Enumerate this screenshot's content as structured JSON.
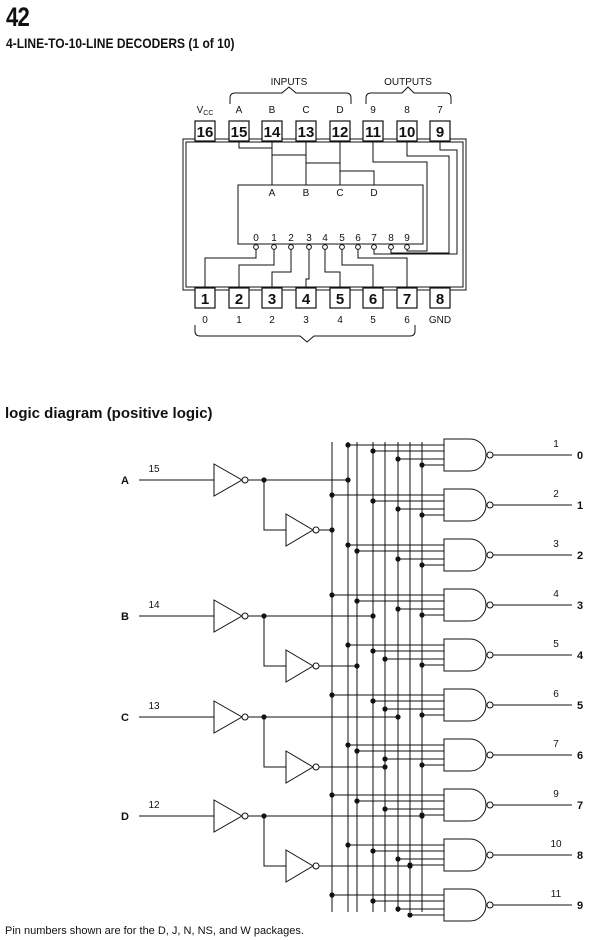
{
  "header": {
    "number": "42",
    "title": "4-LINE-TO-10-LINE DECODERS (1 of 10)"
  },
  "package": {
    "inputs_label": "INPUTS",
    "outputs_label": "OUTPUTS",
    "top_pins": [
      {
        "number": "16",
        "label": "V",
        "sub": "CC"
      },
      {
        "number": "15",
        "label": "A"
      },
      {
        "number": "14",
        "label": "B"
      },
      {
        "number": "13",
        "label": "C"
      },
      {
        "number": "12",
        "label": "D"
      },
      {
        "number": "11",
        "label": "9"
      },
      {
        "number": "10",
        "label": "8"
      },
      {
        "number": "9",
        "label": "7"
      }
    ],
    "bottom_pins": [
      {
        "number": "1",
        "label": "0"
      },
      {
        "number": "2",
        "label": "1"
      },
      {
        "number": "3",
        "label": "2"
      },
      {
        "number": "4",
        "label": "3"
      },
      {
        "number": "5",
        "label": "4"
      },
      {
        "number": "6",
        "label": "5"
      },
      {
        "number": "7",
        "label": "6"
      },
      {
        "number": "8",
        "label": "GND"
      }
    ],
    "chip_inputs": [
      "A",
      "B",
      "C",
      "D"
    ],
    "chip_outputs": [
      "0",
      "1",
      "2",
      "3",
      "4",
      "5",
      "6",
      "7",
      "8",
      "9"
    ]
  },
  "logic": {
    "title": "logic diagram (positive logic)",
    "inputs": [
      {
        "name": "A",
        "pin": "15"
      },
      {
        "name": "B",
        "pin": "14"
      },
      {
        "name": "C",
        "pin": "13"
      },
      {
        "name": "D",
        "pin": "12"
      }
    ],
    "outputs": [
      {
        "pin": "1",
        "name": "0"
      },
      {
        "pin": "2",
        "name": "1"
      },
      {
        "pin": "3",
        "name": "2"
      },
      {
        "pin": "4",
        "name": "3"
      },
      {
        "pin": "5",
        "name": "4"
      },
      {
        "pin": "6",
        "name": "5"
      },
      {
        "pin": "7",
        "name": "6"
      },
      {
        "pin": "9",
        "name": "7"
      },
      {
        "pin": "10",
        "name": "8"
      },
      {
        "pin": "11",
        "name": "9"
      }
    ]
  },
  "footnote": "Pin numbers shown are for the D, J, N, NS, and W packages."
}
